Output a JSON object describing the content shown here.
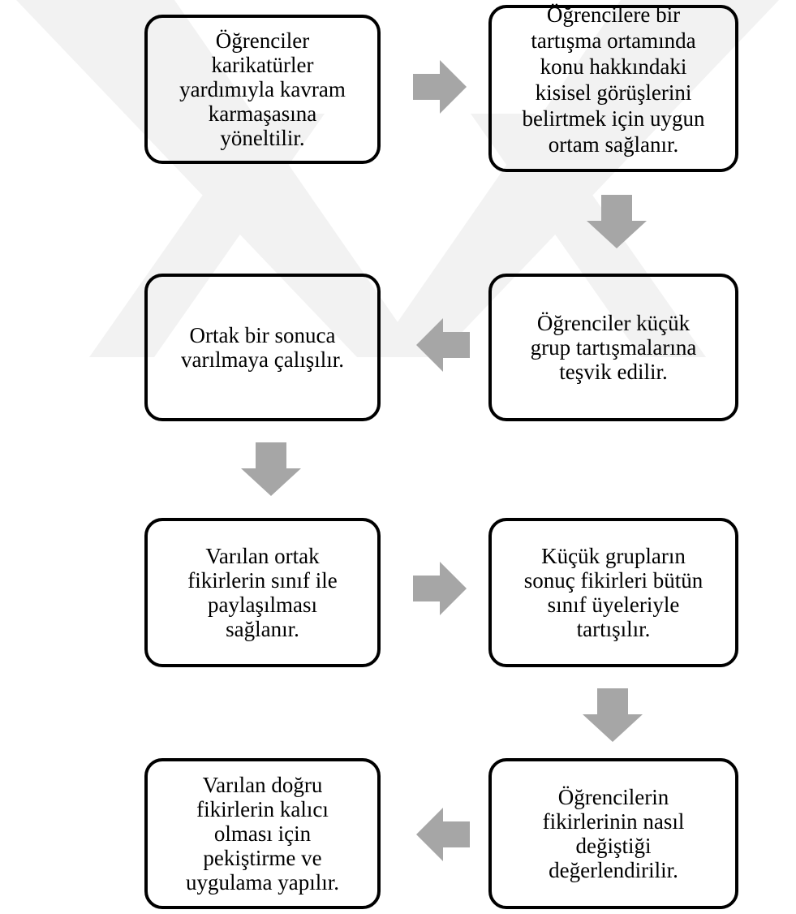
{
  "diagram": {
    "arrow_color": "#a6a6a6",
    "watermark_color": "#f2f2f2",
    "boxes": [
      {
        "id": "step1",
        "text": "Öğrenciler\nkarikatürler\nyardımıyla kavram\nkarmaşasına\nyöneltilir."
      },
      {
        "id": "step2",
        "text": "Öğrencilere bir\ntartışma ortamında\nkonu hakkındaki\nkisisel görüşlerini\nbelirtmek için uygun\nortam sağlanır."
      },
      {
        "id": "step3",
        "text": "Öğrenciler küçük\ngrup tartışmalarına\nteşvik edilir."
      },
      {
        "id": "step4",
        "text": "Ortak bir sonuca\nvarılmaya çalışılır."
      },
      {
        "id": "step5",
        "text": "Varılan ortak\nfikirlerin sınıf ile\npaylaşılması\nsağlanır."
      },
      {
        "id": "step6",
        "text": "Küçük grupların\nsonuç fikirleri bütün\nsınıf üyeleriyle\ntartışılır."
      },
      {
        "id": "step7",
        "text": "Öğrencilerin\nfikirlerinin nasıl\ndeğiştiği\ndeğerlendirilir."
      },
      {
        "id": "step8",
        "text": "Varılan doğru\nfikirlerin kalıcı\nolması için\npekiştirme ve\nuygulama yapılır."
      }
    ],
    "edges": [
      {
        "from": "step1",
        "to": "step2",
        "direction": "right"
      },
      {
        "from": "step2",
        "to": "step3",
        "direction": "down"
      },
      {
        "from": "step3",
        "to": "step4",
        "direction": "left"
      },
      {
        "from": "step4",
        "to": "step5",
        "direction": "down"
      },
      {
        "from": "step5",
        "to": "step6",
        "direction": "right"
      },
      {
        "from": "step6",
        "to": "step7",
        "direction": "down"
      },
      {
        "from": "step7",
        "to": "step8",
        "direction": "left"
      }
    ]
  }
}
